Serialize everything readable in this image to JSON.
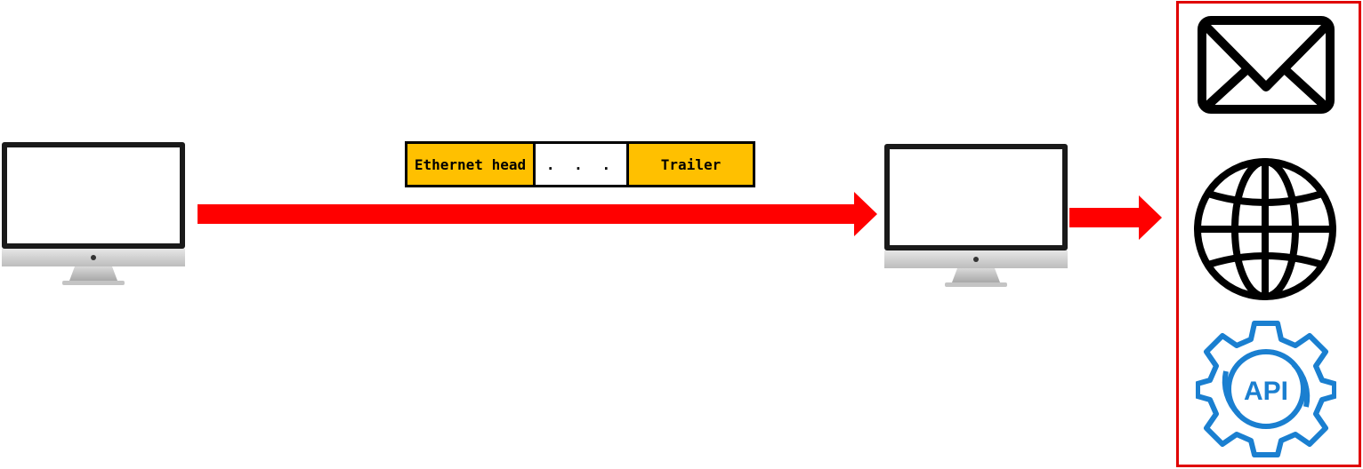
{
  "packet": {
    "segments": [
      {
        "label": "Ethernet head",
        "color": "#ffc000"
      },
      {
        "label": ". . .",
        "color": "#ffffff"
      },
      {
        "label": "Trailer",
        "color": "#ffc000"
      }
    ]
  },
  "api_icon": {
    "label": "API",
    "color": "#1a7fd0"
  },
  "colors": {
    "arrow": "#ff0000",
    "services_border": "#e00000",
    "packet_fill": "#ffc000"
  },
  "icons": [
    "computer-icon",
    "computer-icon",
    "mail-icon",
    "globe-icon",
    "api-gear-icon"
  ]
}
